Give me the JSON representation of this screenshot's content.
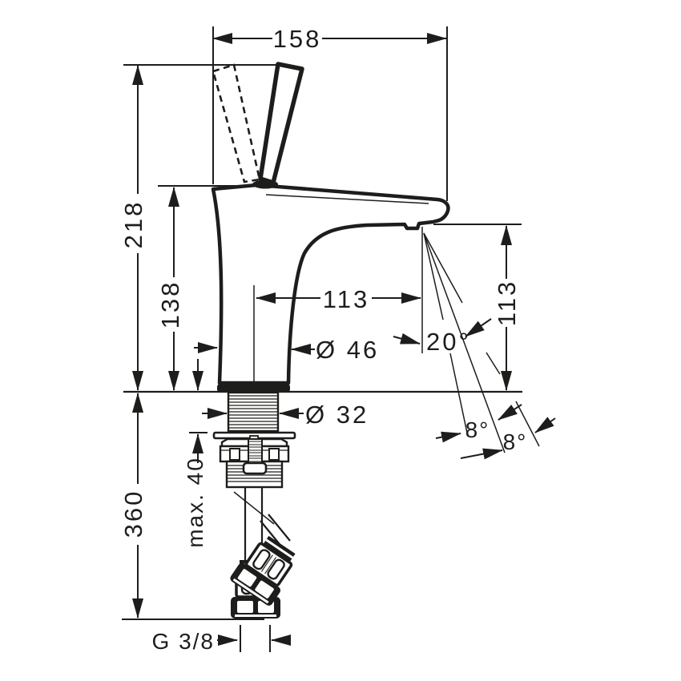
{
  "colors": {
    "line": "#1d1d1b",
    "background": "#ffffff"
  },
  "labels": {
    "overall_width": "158",
    "overall_height": "218",
    "spout_height": "138",
    "spout_reach": "113",
    "outlet_height": "113",
    "body_diameter": "Ø 46",
    "shank_diameter": "Ø 32",
    "stream_angle": "20°",
    "stream_tolerance_a": "8°",
    "stream_tolerance_b": "8°",
    "hose_length": "360",
    "max_mounting_thickness": "max. 40",
    "connection_thread": "G 3/8"
  }
}
